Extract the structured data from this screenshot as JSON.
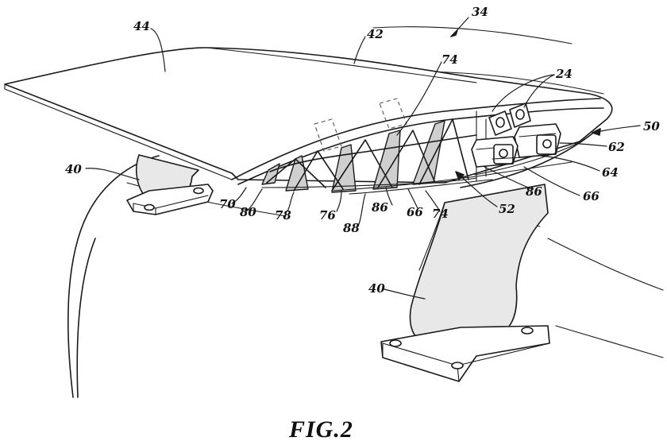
{
  "figure": {
    "caption": "FIG.2",
    "reference_numerals": {
      "n34": "34",
      "n44": "44",
      "n42": "42",
      "n74_top": "74",
      "n24": "24",
      "n50": "50",
      "n62": "62",
      "n64": "64",
      "n66_right": "66",
      "n86_right": "86",
      "n52": "52",
      "n40_left": "40",
      "n40_bottom": "40",
      "n70": "70",
      "n80": "80",
      "n78": "78",
      "n76": "76",
      "n88": "88",
      "n86_mid": "86",
      "n66_mid": "66",
      "n74_bottom": "74"
    }
  }
}
